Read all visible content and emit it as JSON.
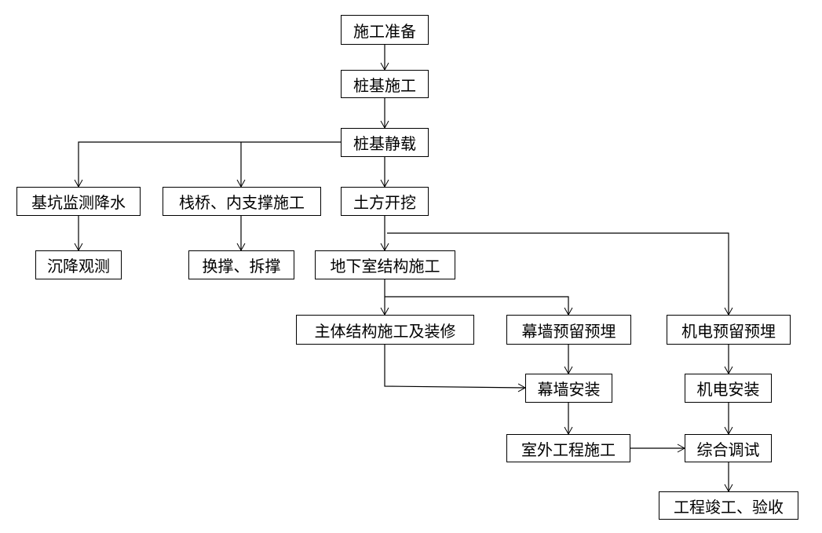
{
  "nodes": {
    "n1": "施工准备",
    "n2": "桩基施工",
    "n3": "桩基静载",
    "n4": "基坑监测降水",
    "n5": "栈桥、内支撑施工",
    "n6": "土方开挖",
    "n7": "沉降观测",
    "n8": "换撑、拆撑",
    "n9": "地下室结构施工",
    "n10": "主体结构施工及装修",
    "n11": "幕墙预留预埋",
    "n12": "机电预留预埋",
    "n13": "幕墙安装",
    "n14": "机电安装",
    "n15": "室外工程施工",
    "n16": "综合调试",
    "n17": "工程竣工、验收"
  },
  "edges": [
    [
      "n1",
      "n2"
    ],
    [
      "n2",
      "n3"
    ],
    [
      "n3",
      "n4"
    ],
    [
      "n3",
      "n5"
    ],
    [
      "n3",
      "n6"
    ],
    [
      "n4",
      "n7"
    ],
    [
      "n5",
      "n8"
    ],
    [
      "n6",
      "n9"
    ],
    [
      "n6",
      "n12"
    ],
    [
      "n9",
      "n10"
    ],
    [
      "n9",
      "n11"
    ],
    [
      "n10",
      "n13"
    ],
    [
      "n11",
      "n13"
    ],
    [
      "n13",
      "n15"
    ],
    [
      "n12",
      "n14"
    ],
    [
      "n14",
      "n16"
    ],
    [
      "n15",
      "n16"
    ],
    [
      "n16",
      "n17"
    ]
  ]
}
